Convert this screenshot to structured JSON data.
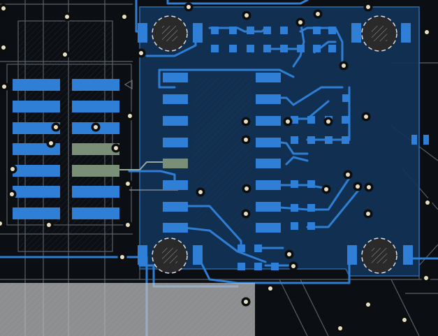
{
  "view": {
    "kind": "pcb-layout-editor-canvas",
    "layers": [
      "top-copper",
      "inner-copper-pour",
      "silkscreen",
      "vias"
    ],
    "colors": {
      "background": "#0b0f14",
      "pour": "#123256",
      "pour_outline": "#2a6db0",
      "pad": "#2f7fd6",
      "trace": "#2e7ed4",
      "via_outer": "#0d0d0d",
      "via_inner": "#e6e0c8",
      "silkscreen": "#808890",
      "selected_pad": "#7a8f78",
      "selection_overlay": "#bfbfbf",
      "mounting_hole": "#2a2a2a"
    }
  },
  "components": [
    {
      "ref": "connector-left-grid",
      "type": "pad-array",
      "rows": 7,
      "columns": 2
    },
    {
      "ref": "ic-center",
      "type": "soic"
    },
    {
      "ref": "passive-cluster-top",
      "type": "0402-array"
    },
    {
      "ref": "passive-cluster-right",
      "type": "0402-array"
    },
    {
      "ref": "mounting-hole-tl",
      "type": "mounting-hole"
    },
    {
      "ref": "mounting-hole-tr",
      "type": "mounting-hole"
    },
    {
      "ref": "mounting-hole-bl",
      "type": "mounting-hole"
    },
    {
      "ref": "mounting-hole-br",
      "type": "mounting-hole"
    }
  ]
}
